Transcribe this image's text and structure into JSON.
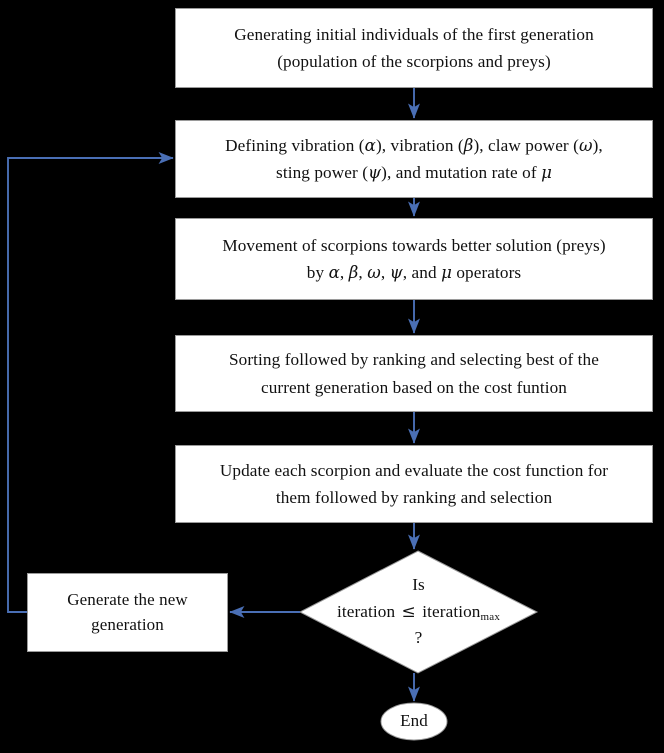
{
  "diagram": {
    "title": "Scorpion optimization algorithm flowchart",
    "background_color": "#000000",
    "node_fill": "#ffffff",
    "node_border_color": "#9a9a9a",
    "arrow_color": "#4a6fb5",
    "text_color": "#111111"
  },
  "nodes": {
    "box1": {
      "shape": "rectangle",
      "line1": "Generating initial individuals of the first generation",
      "line2": "(population of the scorpions and preys)"
    },
    "box2": {
      "shape": "rectangle",
      "line1_part1": "Defining vibration (",
      "line1_sym1": "α",
      "line1_part2": "), vibration (",
      "line1_sym2": "β",
      "line1_part3": "), claw power (",
      "line1_sym3": "ω",
      "line1_part4": "),",
      "line2_part1": "sting power (",
      "line2_sym1": "ψ",
      "line2_part2": "), and mutation rate of ",
      "line2_sym2": "μ"
    },
    "box3": {
      "shape": "rectangle",
      "line1": "Movement of scorpions towards better solution (preys)",
      "line2_part1": "by ",
      "line2_sym1": "α",
      "line2_part2": ", ",
      "line2_sym2": "β",
      "line2_part3": ", ",
      "line2_sym3": "ω",
      "line2_part4": ", ",
      "line2_sym4": "ψ",
      "line2_part5": ", and ",
      "line2_sym5": "μ",
      "line2_part6": " operators"
    },
    "box4": {
      "shape": "rectangle",
      "line1": "Sorting followed by ranking and selecting best of the",
      "line2": "current generation based on the cost funtion"
    },
    "box5": {
      "shape": "rectangle",
      "line1": "Update each scorpion and evaluate the cost function for",
      "line2": "them followed by ranking and selection"
    },
    "decision": {
      "shape": "diamond",
      "line1": "Is",
      "line2_part1": "iteration ",
      "line2_operator": "≤",
      "line2_part2": " iteration",
      "line2_subscript": "max",
      "line3": "?"
    },
    "loop_box": {
      "shape": "rectangle",
      "line1": "Generate the new",
      "line2": "generation"
    },
    "end_node": {
      "shape": "ellipse",
      "label": "End"
    }
  },
  "edges": [
    {
      "name": "box1-to-box2",
      "from": "box1",
      "to": "box2",
      "label": ""
    },
    {
      "name": "box2-to-box3",
      "from": "box2",
      "to": "box3",
      "label": ""
    },
    {
      "name": "box3-to-box4",
      "from": "box3",
      "to": "box4",
      "label": ""
    },
    {
      "name": "box4-to-box5",
      "from": "box4",
      "to": "box5",
      "label": ""
    },
    {
      "name": "box5-to-decision",
      "from": "box5",
      "to": "decision",
      "label": ""
    },
    {
      "name": "decision-to-loop-box",
      "from": "decision",
      "to": "loop_box",
      "label": ""
    },
    {
      "name": "loop-box-to-box2",
      "from": "loop_box",
      "to": "box2",
      "label": ""
    },
    {
      "name": "decision-to-end",
      "from": "decision",
      "to": "end_node",
      "label": ""
    }
  ]
}
